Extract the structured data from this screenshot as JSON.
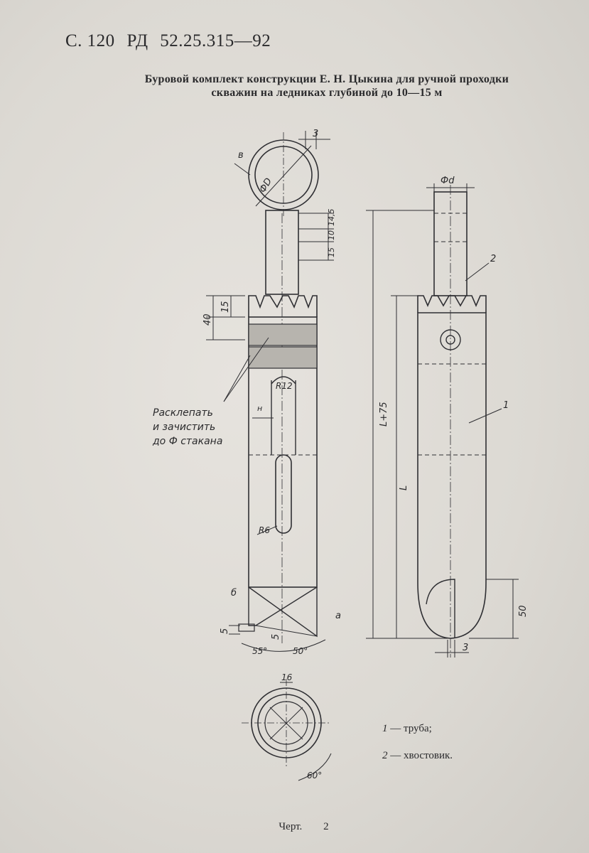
{
  "header": {
    "page": "С. 120",
    "code": "РД",
    "number": "52.25.315—92"
  },
  "title": {
    "line1": "Буровой комплект конструкции Е. Н. Цыкина для ручной проходки",
    "line2": "скважин на ледниках глубиной до 10—15 м"
  },
  "drawing": {
    "top_view": {
      "dim_3": "3",
      "dim_v": "в",
      "dim_phiD": "ФD"
    },
    "shank_dims": {
      "d1": "14,5",
      "d2": "10",
      "d3": "15"
    },
    "side_dims": {
      "d40": "40",
      "d15": "15",
      "dim_n": "н"
    },
    "note": {
      "line1": "Расклепать",
      "line2": "и зачистить",
      "line3": "до Ф стакана"
    },
    "radii": {
      "r12": "R12",
      "r6": "R6"
    },
    "bottom_dims": {
      "b": "б",
      "a": "а",
      "d5a": "5",
      "d5b": "5",
      "a55": "55°",
      "a50": "50°"
    },
    "bottom_view": {
      "d16": "16",
      "a60": "60°"
    },
    "right_view": {
      "phi_d": "Фd",
      "label2": "2",
      "label1": "1",
      "L75": "L+75",
      "L": "L",
      "d50": "50",
      "d3": "3"
    }
  },
  "legend": [
    {
      "num": "1",
      "text": "— труба;"
    },
    {
      "num": "2",
      "text": "— хвостовик."
    }
  ],
  "caption": {
    "label": "Черт.",
    "number": "2"
  }
}
